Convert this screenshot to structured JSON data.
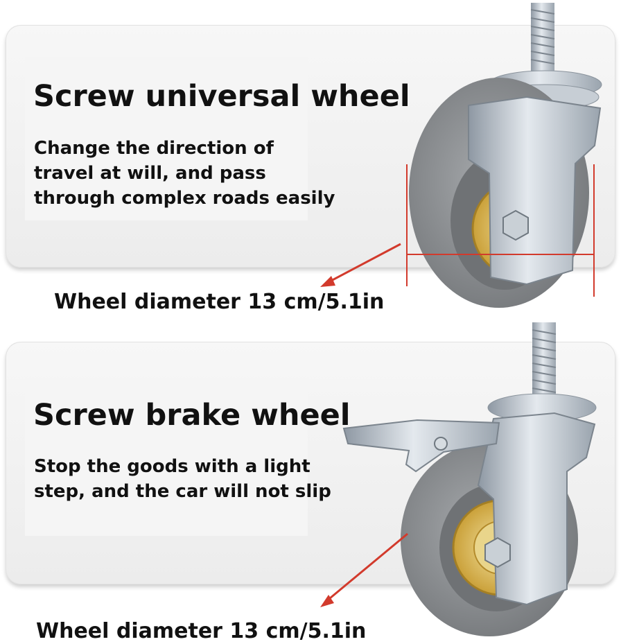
{
  "top": {
    "title": "Screw universal wheel",
    "description": "Change the direction of travel at will, and pass through complex roads easily",
    "diameter_label": "Wheel diameter 13 cm/5.1in"
  },
  "bottom": {
    "title": "Screw brake wheel",
    "description": "Stop the goods with a light step, and the car will not slip",
    "diameter_label": "Wheel diameter 13 cm/5.1in"
  },
  "colors": {
    "arrow": "#d23a2c",
    "tire": "#8f9295",
    "hub": "#d8b24a",
    "steel": "#b9c2cb"
  }
}
